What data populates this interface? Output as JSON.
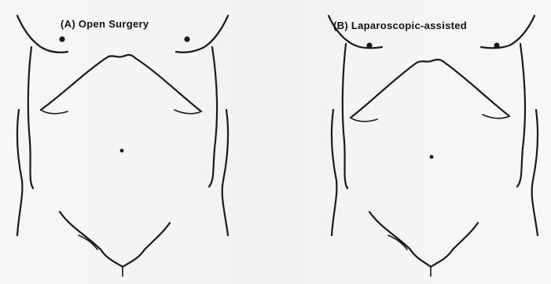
{
  "figure": {
    "panels": [
      {
        "id": "A",
        "label": "(A) Open Surgery"
      },
      {
        "id": "B",
        "label": "(B) Laparoscopic-assisted"
      }
    ]
  }
}
